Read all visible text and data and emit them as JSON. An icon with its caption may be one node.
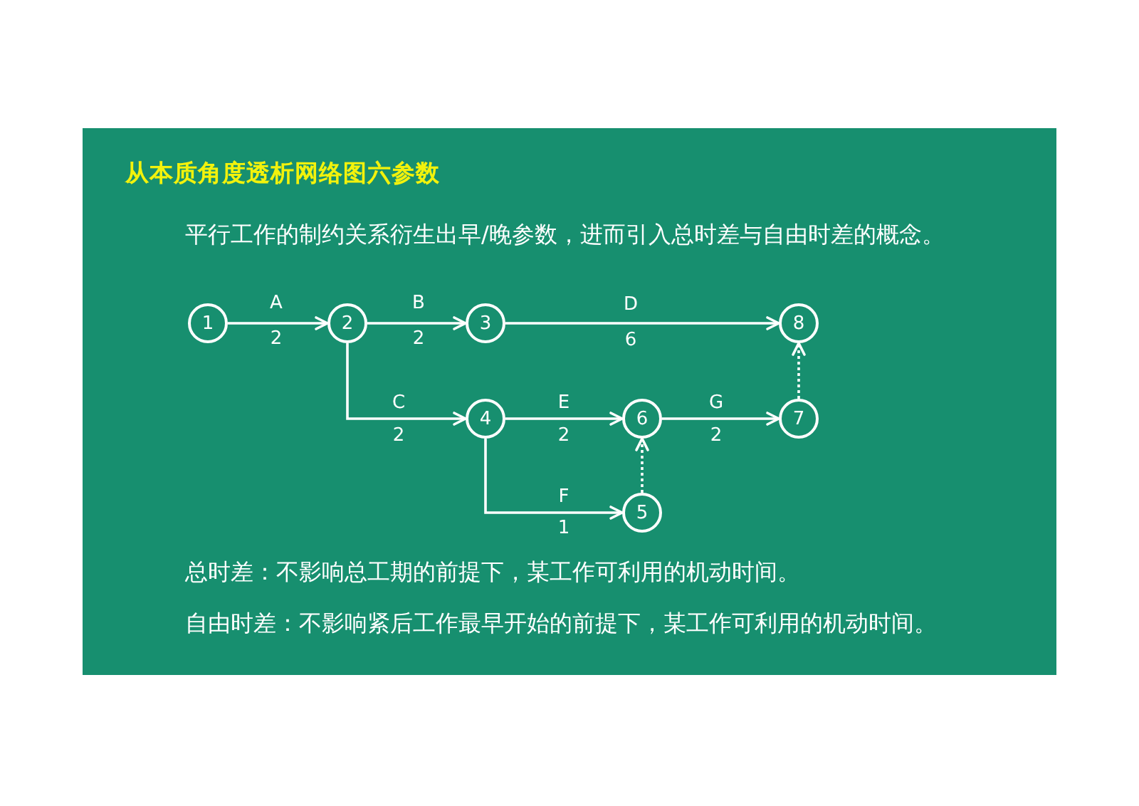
{
  "diagram": {
    "title": "从本质角度透析网络图六参数",
    "nodes": [
      {
        "text": [
          "1"
        ]
      },
      {
        "text": [
          "2"
        ]
      },
      {
        "text": [
          "3"
        ]
      },
      {
        "text": [
          "8"
        ]
      },
      {
        "text": [
          "4"
        ]
      },
      {
        "text": [
          "6"
        ]
      },
      {
        "text": [
          "7"
        ]
      },
      {
        "text": [
          "5"
        ]
      }
    ],
    "edges": [
      {
        "from": 0,
        "to": 1,
        "arrow": "to",
        "label": "A"
      },
      {
        "from": 1,
        "to": 2,
        "arrow": "to",
        "label": "B"
      },
      {
        "from": 2,
        "to": 3,
        "arrow": "to",
        "label": "D"
      },
      {
        "from": 1,
        "to": 4,
        "arrow": "to",
        "label": "C"
      },
      {
        "from": 4,
        "to": 5,
        "arrow": "to",
        "label": "E"
      },
      {
        "from": 5,
        "to": 6,
        "arrow": "to",
        "label": "G"
      },
      {
        "from": 4,
        "to": 7,
        "arrow": "to",
        "label": "F"
      },
      {
        "from": 7,
        "to": 5,
        "arrow": "to",
        "style": "dashed"
      },
      {
        "from": 6,
        "to": 3,
        "arrow": "to",
        "style": "dashed"
      }
    ],
    "labels": [
      "平行工作的制约关系衍生出早/晚参数，进而引入总时差与自由时差的概念。",
      "2",
      "2",
      "6",
      "2",
      "2",
      "2",
      "1",
      "总时差：不影响总工期的前提下，某工作可利用的机动时间。",
      "自由时差：不影响紧后工作最早开始的前提下，某工作可利用的机动时间。"
    ]
  }
}
